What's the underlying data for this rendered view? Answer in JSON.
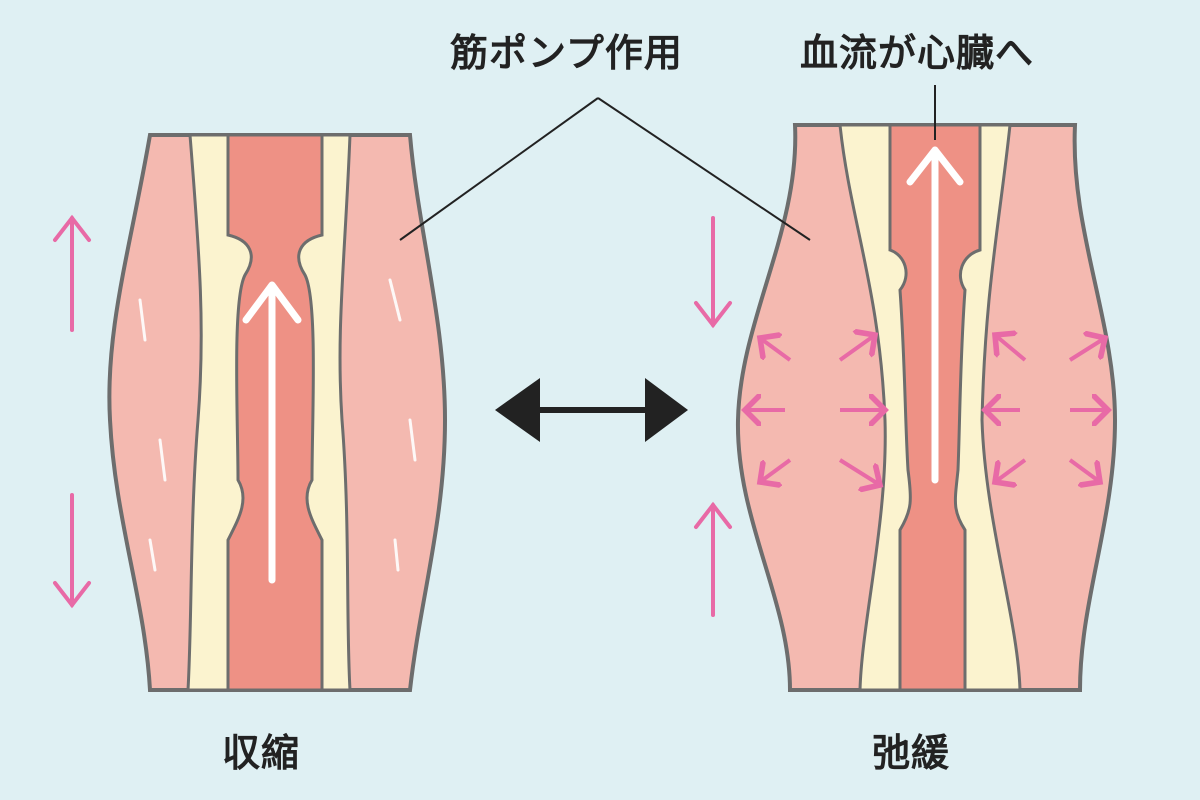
{
  "labels": {
    "muscle_pump": "筋ポンプ作用",
    "blood_flow": "血流が心臓へ",
    "contraction": "収縮",
    "relaxation": "弛緩"
  },
  "colors": {
    "background": "#dff0f3",
    "muscle": "#f4b9b0",
    "vein": "#ee9185",
    "tissue": "#fbf3cf",
    "outline": "#6d6d6d",
    "pink_arrow": "#e86aa6",
    "black_arrow": "#222222"
  }
}
